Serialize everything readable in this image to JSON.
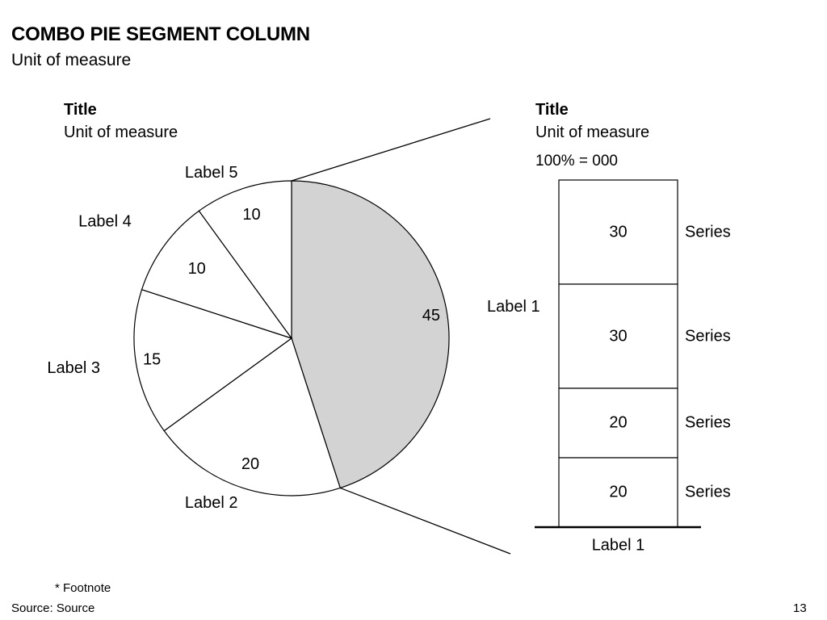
{
  "page": {
    "title": "COMBO PIE SEGMENT COLUMN",
    "subtitle": "Unit of measure",
    "footnote": "* Footnote",
    "source": "Source: Source",
    "page_number": "13"
  },
  "colors": {
    "highlight_slice": "#d3d3d3",
    "default_fill": "#ffffff",
    "line": "#000000"
  },
  "chart_data": [
    {
      "type": "pie",
      "title": "Title",
      "unit": "Unit of measure",
      "slices": [
        {
          "label": "Label 1",
          "value": 45,
          "highlight": true
        },
        {
          "label": "Label 2",
          "value": 20,
          "highlight": false
        },
        {
          "label": "Label  3",
          "value": 15,
          "highlight": false
        },
        {
          "label": "Label 4",
          "value": 10,
          "highlight": false
        },
        {
          "label": "Label 5",
          "value": 10,
          "highlight": false
        }
      ]
    },
    {
      "type": "bar",
      "stacked": true,
      "title": "Title",
      "unit": "Unit of measure",
      "total_label": "100% = 000",
      "category": "Label 1",
      "segments": [
        {
          "name": "Series",
          "value": 30
        },
        {
          "name": "Series",
          "value": 30
        },
        {
          "name": "Series",
          "value": 20
        },
        {
          "name": "Series",
          "value": 20
        }
      ]
    }
  ]
}
